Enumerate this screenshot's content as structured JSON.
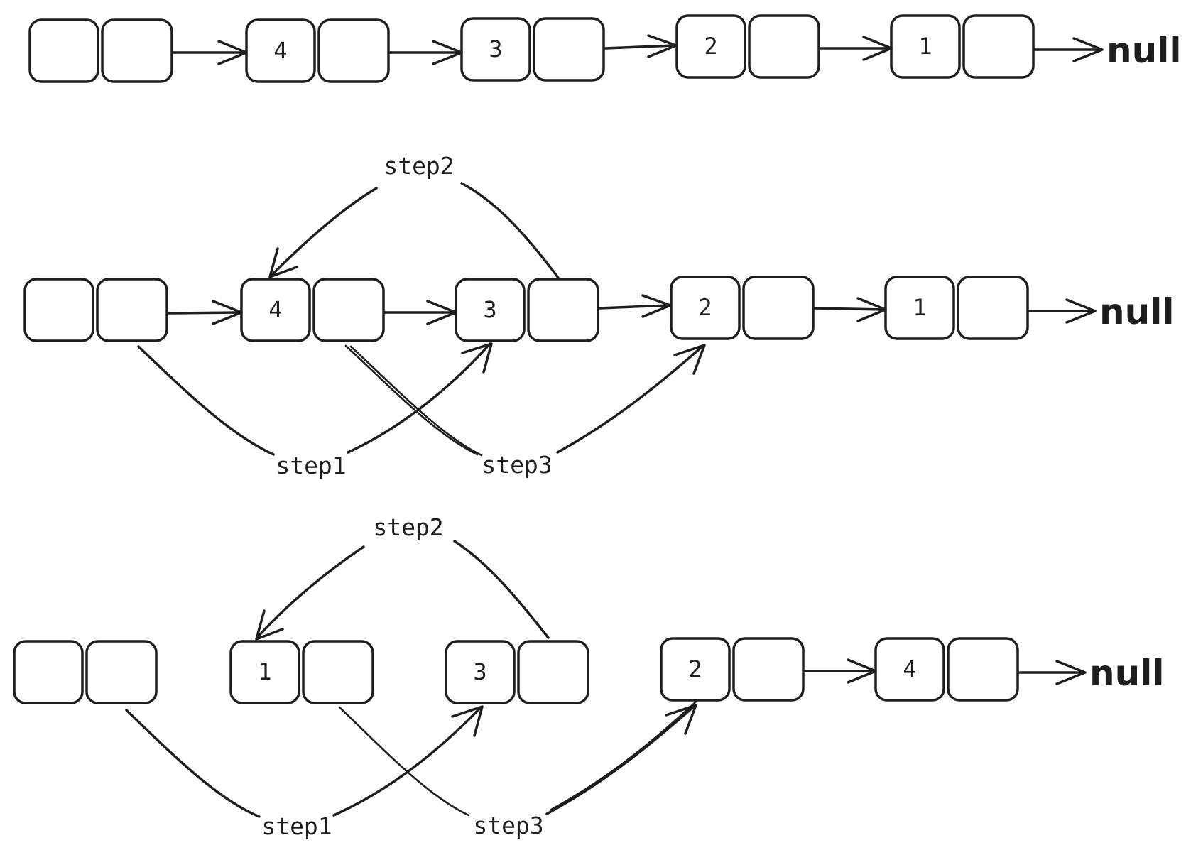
{
  "rows": [
    {
      "nodes": [
        {
          "value": ""
        },
        {
          "value": "4"
        },
        {
          "value": "3"
        },
        {
          "value": "2"
        },
        {
          "value": "1"
        }
      ],
      "terminal": "null"
    },
    {
      "nodes": [
        {
          "value": ""
        },
        {
          "value": "4"
        },
        {
          "value": "3"
        },
        {
          "value": "2"
        },
        {
          "value": "1"
        }
      ],
      "terminal": "null",
      "steps": {
        "step1": "step1",
        "step2": "step2",
        "step3": "step3"
      }
    },
    {
      "nodes": [
        {
          "value": ""
        },
        {
          "value": "1"
        },
        {
          "value": "3"
        },
        {
          "value": "2"
        },
        {
          "value": "4"
        }
      ],
      "terminal": "null",
      "steps": {
        "step1": "step1",
        "step2": "step2",
        "step3": "step3"
      }
    }
  ]
}
